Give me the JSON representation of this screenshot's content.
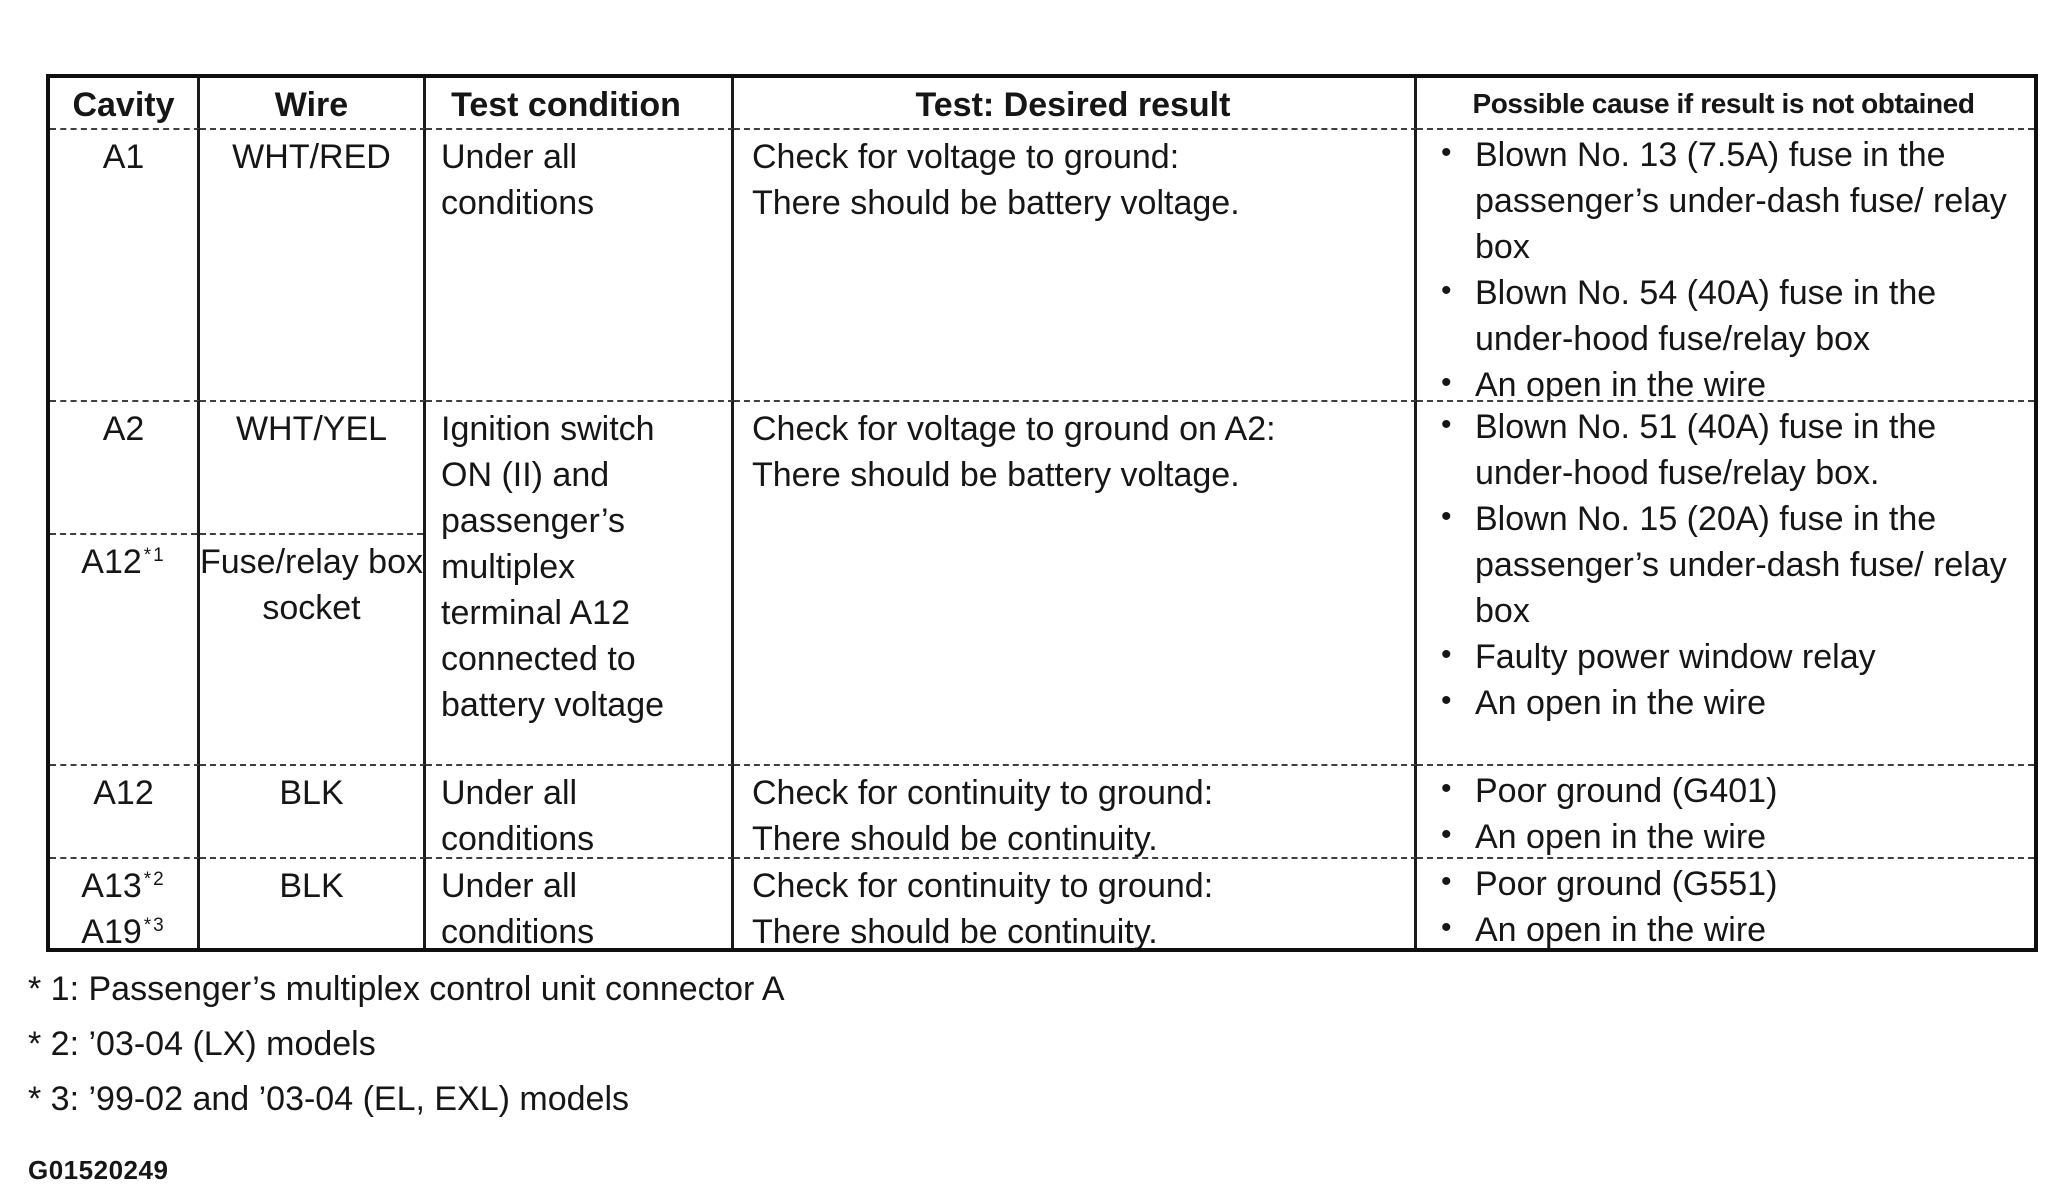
{
  "colors": {
    "background": "#ffffff",
    "ink": "#161616",
    "solid_border": "#0f0f0f",
    "dashed_separator": "#3f3f3f"
  },
  "table": {
    "headers": [
      "Cavity",
      "Wire",
      "Test condition",
      "Test: Desired result",
      "Possible cause if result is not obtained"
    ],
    "row1": {
      "cavity": "A1",
      "wire": "WHT/RED",
      "condition": "Under all conditions",
      "result_lines": [
        "Check for voltage to ground:",
        "There should be battery voltage."
      ],
      "causes": [
        "Blown No. 13 (7.5A) fuse in the passenger’s under-dash fuse/ relay box",
        "Blown No. 54 (40A) fuse in the under-hood fuse/relay box",
        "An open in the wire"
      ]
    },
    "row2": {
      "top": {
        "cavity": "A2",
        "wire": "WHT/YEL"
      },
      "bottom": {
        "cavity_base": "A12",
        "cavity_sup": "*1",
        "wire": "Fuse/relay box socket"
      },
      "condition": "Ignition switch ON (II) and passenger’s multiplex terminal A12 connected to battery voltage",
      "result_lines": [
        "Check for voltage to ground on A2:",
        "There should be battery voltage."
      ],
      "causes": [
        "Blown No. 51 (40A) fuse in the under-hood fuse/relay box.",
        "Blown No. 15 (20A) fuse in the passenger’s under-dash fuse/ relay box",
        "Faulty power window relay",
        "An open in the wire"
      ]
    },
    "row3": {
      "cavity": "A12",
      "wire": "BLK",
      "condition": "Under all conditions",
      "result_lines": [
        "Check for continuity to ground:",
        "There should be continuity."
      ],
      "causes": [
        "Poor ground (G401)",
        "An open in the wire"
      ]
    },
    "row4": {
      "cavity_lines": [
        {
          "base": "A13",
          "sup": "*2"
        },
        {
          "base": "A19",
          "sup": "*3"
        }
      ],
      "wire": "BLK",
      "condition": "Under all conditions",
      "result_lines": [
        "Check for continuity to ground:",
        "There should be continuity."
      ],
      "causes": [
        "Poor ground (G551)",
        "An open in the wire"
      ]
    }
  },
  "footnotes": [
    "* 1: Passenger’s multiplex control unit connector A",
    "* 2: ’03-04 (LX) models",
    "* 3: ’99-02 and ’03-04 (EL, EXL) models"
  ],
  "figure_id": "G01520249"
}
